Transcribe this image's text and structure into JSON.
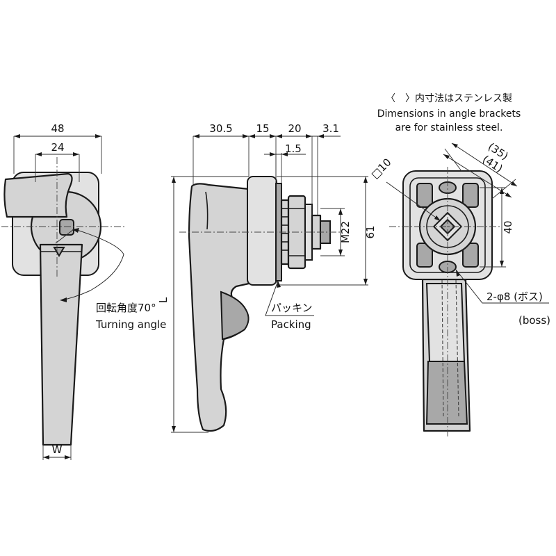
{
  "note": {
    "line1": "〈　〉内寸法はステンレス製",
    "line2": "Dimensions in angle brackets",
    "line3": "are for stainless steel."
  },
  "front_view": {
    "dim_overall_width": "48",
    "dim_slot_width": "24",
    "dim_handle_width": "W",
    "turning_angle_jp": "回転角度70°",
    "turning_angle_en": "Turning angle"
  },
  "side_view": {
    "dim_a": "30.5",
    "dim_b": "15",
    "dim_c": "20",
    "dim_d": "3.1",
    "dim_e": "1.5",
    "dim_thread": "M22",
    "dim_height": "61",
    "dim_length": "L",
    "packing_jp": "パッキン",
    "packing_en": "Packing"
  },
  "rear_view": {
    "dim_square": "□10",
    "dim_35": "(35)",
    "dim_41": "(41)",
    "dim_40": "40",
    "boss_jp": "2-φ8 (ボス)",
    "boss_en": "(boss)"
  }
}
